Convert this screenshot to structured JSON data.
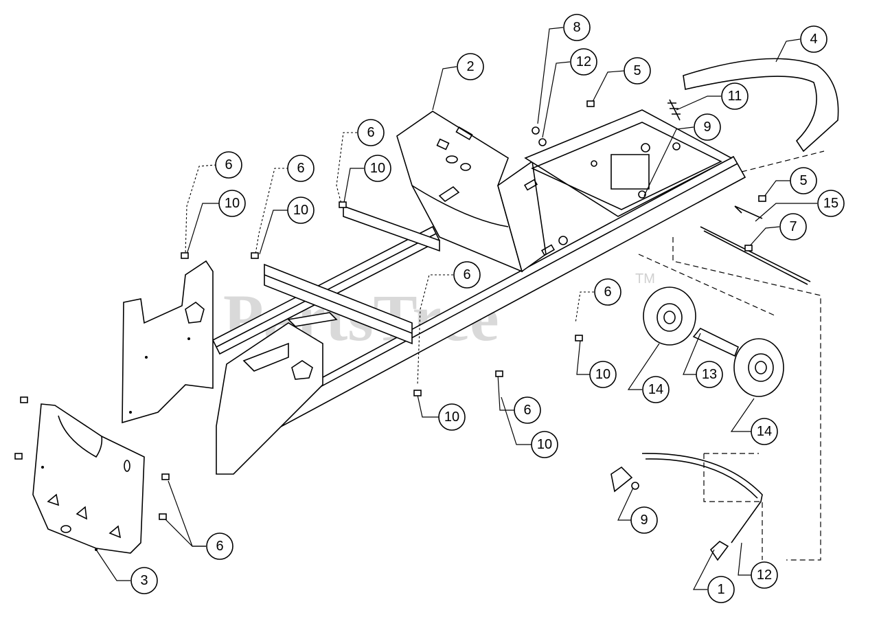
{
  "watermark": {
    "text": "PartsTree",
    "trademark": "TM"
  },
  "callouts": [
    {
      "id": "c1",
      "label": "1"
    },
    {
      "id": "c2",
      "label": "2"
    },
    {
      "id": "c3",
      "label": "3"
    },
    {
      "id": "c4",
      "label": "4"
    },
    {
      "id": "c5a",
      "label": "5"
    },
    {
      "id": "c5b",
      "label": "5"
    },
    {
      "id": "c6a",
      "label": "6"
    },
    {
      "id": "c6b",
      "label": "6"
    },
    {
      "id": "c6c",
      "label": "6"
    },
    {
      "id": "c6d",
      "label": "6"
    },
    {
      "id": "c6e",
      "label": "6"
    },
    {
      "id": "c6f",
      "label": "6"
    },
    {
      "id": "c6g",
      "label": "6"
    },
    {
      "id": "c7",
      "label": "7"
    },
    {
      "id": "c8",
      "label": "8"
    },
    {
      "id": "c9a",
      "label": "9"
    },
    {
      "id": "c9b",
      "label": "9"
    },
    {
      "id": "c10a",
      "label": "10"
    },
    {
      "id": "c10b",
      "label": "10"
    },
    {
      "id": "c10c",
      "label": "10"
    },
    {
      "id": "c10d",
      "label": "10"
    },
    {
      "id": "c10e",
      "label": "10"
    },
    {
      "id": "c10f",
      "label": "10"
    },
    {
      "id": "c11",
      "label": "11"
    },
    {
      "id": "c12a",
      "label": "12"
    },
    {
      "id": "c12b",
      "label": "12"
    },
    {
      "id": "c13",
      "label": "13"
    },
    {
      "id": "c14a",
      "label": "14"
    },
    {
      "id": "c14b",
      "label": "14"
    },
    {
      "id": "c15",
      "label": "15"
    }
  ]
}
